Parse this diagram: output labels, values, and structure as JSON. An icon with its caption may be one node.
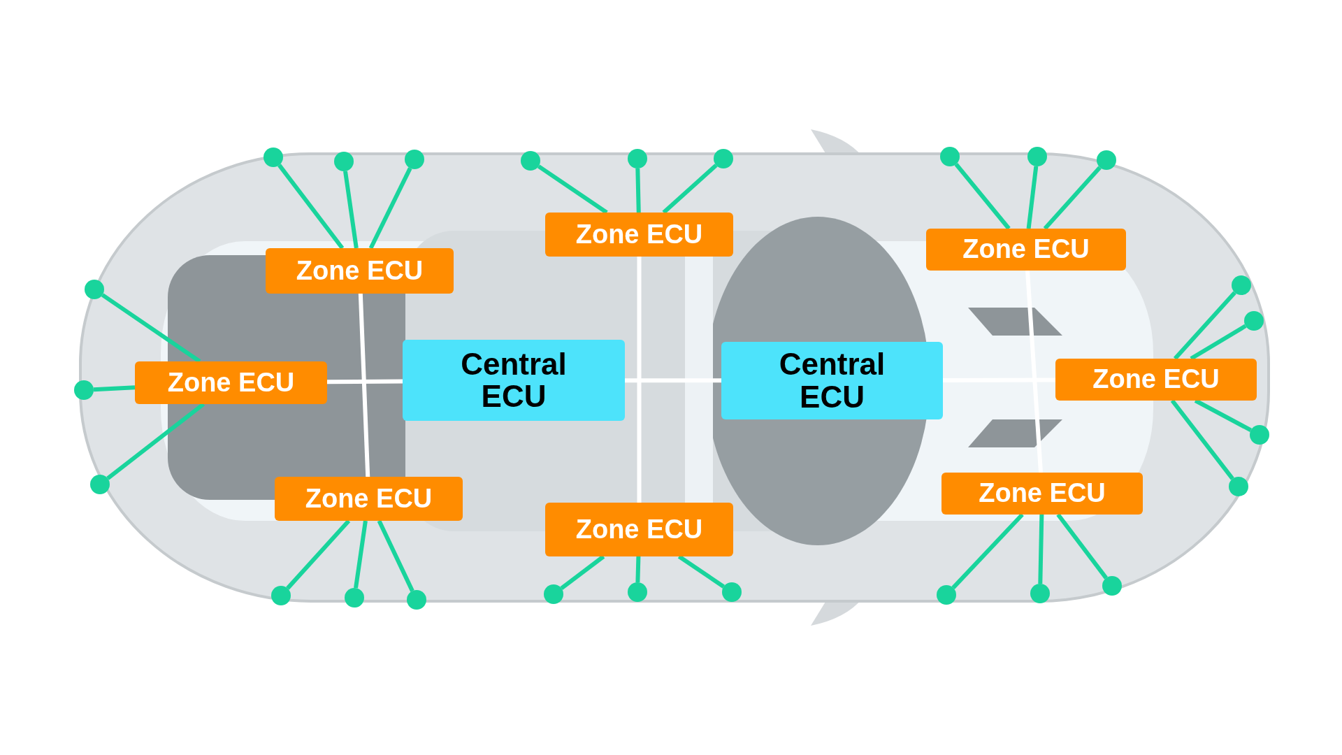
{
  "diagram": {
    "nodes": [
      {
        "text": [
          "Zone ECU"
        ]
      },
      {
        "text": [
          "Zone ECU"
        ]
      },
      {
        "text": [
          "Zone ECU"
        ]
      },
      {
        "text": [
          "Zone ECU"
        ]
      },
      {
        "text": [
          "Central ECU"
        ]
      },
      {
        "text": [
          "Central ECU"
        ]
      },
      {
        "text": [
          "Zone ECU"
        ]
      },
      {
        "text": [
          "Zone ECU"
        ]
      },
      {
        "text": [
          "Zone ECU"
        ]
      },
      {
        "text": [
          "Zone ECU"
        ]
      },
      {
        "text": [],
        "shape": "circle"
      },
      {
        "text": [],
        "shape": "circle"
      },
      {
        "text": [],
        "shape": "circle"
      },
      {
        "text": [],
        "shape": "circle"
      },
      {
        "text": [],
        "shape": "circle"
      },
      {
        "text": [],
        "shape": "circle"
      },
      {
        "text": [],
        "shape": "circle"
      },
      {
        "text": [],
        "shape": "circle"
      },
      {
        "text": [],
        "shape": "circle"
      },
      {
        "text": [],
        "shape": "circle"
      },
      {
        "text": [],
        "shape": "circle"
      },
      {
        "text": [],
        "shape": "circle"
      },
      {
        "text": [],
        "shape": "circle"
      },
      {
        "text": [],
        "shape": "circle"
      },
      {
        "text": [],
        "shape": "circle"
      },
      {
        "text": [],
        "shape": "circle"
      },
      {
        "text": [],
        "shape": "circle"
      },
      {
        "text": [],
        "shape": "circle"
      },
      {
        "text": [],
        "shape": "circle"
      },
      {
        "text": [],
        "shape": "circle"
      },
      {
        "text": [],
        "shape": "circle"
      },
      {
        "text": [],
        "shape": "circle"
      },
      {
        "text": [],
        "shape": "circle"
      },
      {
        "text": [],
        "shape": "circle"
      },
      {
        "text": [],
        "shape": "circle"
      }
    ],
    "edges": [
      {
        "from": 0,
        "to": 7,
        "arrow": "none",
        "color": "#ffffff"
      },
      {
        "from": 3,
        "to": 4,
        "arrow": "none",
        "color": "#ffffff"
      },
      {
        "from": 1,
        "to": 8,
        "arrow": "none",
        "color": "#ffffff"
      },
      {
        "from": 4,
        "to": 5,
        "arrow": "none",
        "color": "#ffffff"
      },
      {
        "from": 2,
        "to": 9,
        "arrow": "none",
        "color": "#ffffff"
      },
      {
        "from": 5,
        "to": 6,
        "arrow": "none",
        "color": "#ffffff"
      },
      {
        "from": 0,
        "to": 10,
        "arrow": "none"
      },
      {
        "from": 0,
        "to": 11,
        "arrow": "none"
      },
      {
        "from": 0,
        "to": 12,
        "arrow": "none"
      },
      {
        "from": 1,
        "to": 13,
        "arrow": "none"
      },
      {
        "from": 1,
        "to": 14,
        "arrow": "none"
      },
      {
        "from": 1,
        "to": 15,
        "arrow": "none"
      },
      {
        "from": 2,
        "to": 16,
        "arrow": "none"
      },
      {
        "from": 2,
        "to": 17,
        "arrow": "none"
      },
      {
        "from": 2,
        "to": 18,
        "arrow": "none"
      },
      {
        "from": 3,
        "to": 19,
        "arrow": "none"
      },
      {
        "from": 3,
        "to": 20,
        "arrow": "none"
      },
      {
        "from": 3,
        "to": 21,
        "arrow": "none"
      },
      {
        "from": 6,
        "to": 22,
        "arrow": "none"
      },
      {
        "from": 6,
        "to": 23,
        "arrow": "none"
      },
      {
        "from": 6,
        "to": 24,
        "arrow": "none"
      },
      {
        "from": 6,
        "to": 25,
        "arrow": "none"
      },
      {
        "from": 7,
        "to": 26,
        "arrow": "none"
      },
      {
        "from": 7,
        "to": 27,
        "arrow": "none"
      },
      {
        "from": 7,
        "to": 28,
        "arrow": "none"
      },
      {
        "from": 8,
        "to": 29,
        "arrow": "none"
      },
      {
        "from": 8,
        "to": 30,
        "arrow": "none"
      },
      {
        "from": 8,
        "to": 31,
        "arrow": "none"
      },
      {
        "from": 9,
        "to": 32,
        "arrow": "none"
      },
      {
        "from": 9,
        "to": 33,
        "arrow": "none"
      },
      {
        "from": 9,
        "to": 34,
        "arrow": "none"
      }
    ]
  }
}
